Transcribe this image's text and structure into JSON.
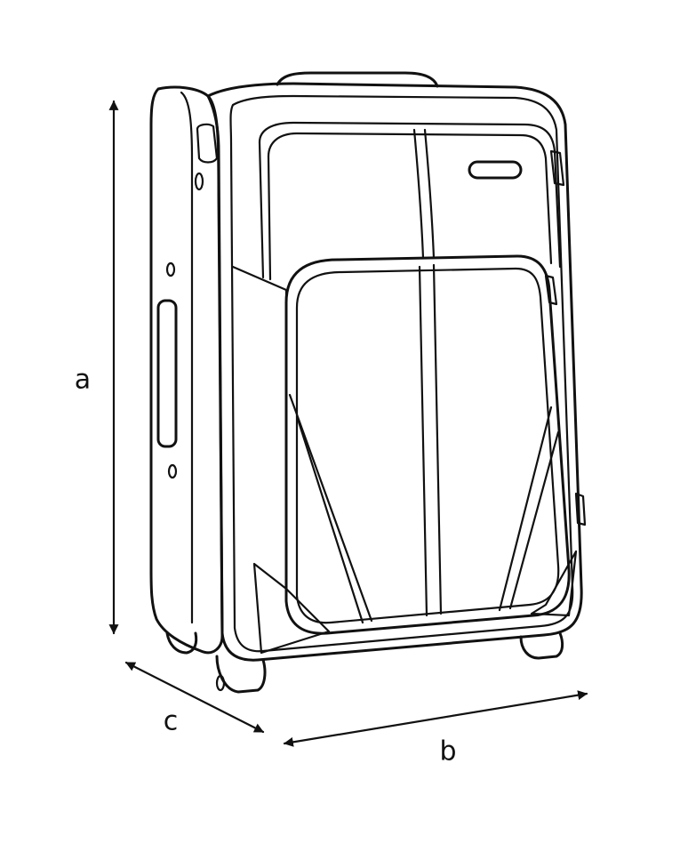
{
  "dimensions": {
    "height_label": "a",
    "width_label": "b",
    "depth_label": "c"
  },
  "colors": {
    "line": "#111111",
    "background": "#ffffff"
  }
}
